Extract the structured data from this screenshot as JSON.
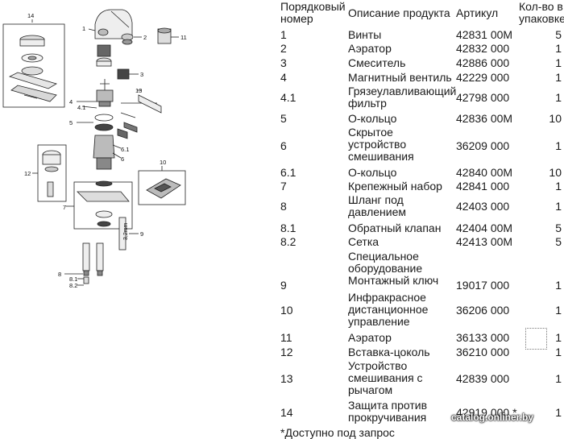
{
  "header": {
    "number": "Порядковый\nномер",
    "description": "Описание продукта",
    "article": "Артикул",
    "quantity": "Кол-во в\nупаковке"
  },
  "rows": [
    {
      "num": "1",
      "desc": "Винты",
      "art": "42831 00M",
      "qty": "5"
    },
    {
      "num": "2",
      "desc": "Аэратор",
      "art": "42832 000",
      "qty": "1"
    },
    {
      "num": "3",
      "desc": "Смеситель",
      "art": "42886 000",
      "qty": "1"
    },
    {
      "num": "4",
      "desc": "Магнитный вентиль",
      "art": "42229 000",
      "qty": "1"
    },
    {
      "num": "4.1",
      "desc": "Грязеулавливающий\nфильтр",
      "art": "42798 000",
      "qty": "1"
    },
    {
      "num": "5",
      "desc": "О-кольцо",
      "art": "42836 00M",
      "qty": "10"
    },
    {
      "num": "6",
      "desc": "Скрытое\nустройство\nсмешивания",
      "art": "36209 000",
      "qty": "1"
    },
    {
      "num": "6.1",
      "desc": "О-кольцо",
      "art": "42840 00M",
      "qty": "10"
    },
    {
      "num": "7",
      "desc": "Крепежный набор",
      "art": "42841 000",
      "qty": "1"
    },
    {
      "num": "8",
      "desc": "Шланг под\nдавлением",
      "art": "42403 000",
      "qty": "1"
    },
    {
      "num": "8.1",
      "desc": "Обратный клапан",
      "art": "42404 00M",
      "qty": "5"
    },
    {
      "num": "8.2",
      "desc": "Сетка",
      "art": "42413 00M",
      "qty": "5"
    },
    {
      "num": "9",
      "desc": "Специальное\nоборудование\nМонтажный ключ",
      "art": "19017 000",
      "qty": "1"
    },
    {
      "num": "10",
      "desc": "Инфракрасное\nдистанционное\nуправление",
      "art": "36206 000",
      "qty": "1"
    },
    {
      "num": "11",
      "desc": "Аэратор",
      "art": "36133 000",
      "qty": "1"
    },
    {
      "num": "12",
      "desc": "Вставка-цоколь",
      "art": "36210 000",
      "qty": "1"
    },
    {
      "num": "13",
      "desc": "Устройство\nсмешивания с\nрычагом",
      "art": "42839 000",
      "qty": "1"
    },
    {
      "num": "14",
      "desc": "Защита против\nпрокручивания",
      "art": "42919 000 *",
      "qty": "1"
    }
  ],
  "footnote": "*Доступно под запрос",
  "watermark": "catalog.onliner.by",
  "diagram_labels": {
    "c1": "1",
    "c2": "2",
    "c3": "3",
    "c4": "4",
    "c41": "4.1",
    "c5": "5",
    "c6": "6",
    "c61": "6.1",
    "c7": "7",
    "c8": "8",
    "c81": "8.1",
    "c82": "8.2",
    "c9": "9",
    "c10": "10",
    "c11": "11",
    "c12": "12",
    "c13": "13",
    "c14": "14",
    "c9dim": "3,2mm"
  }
}
